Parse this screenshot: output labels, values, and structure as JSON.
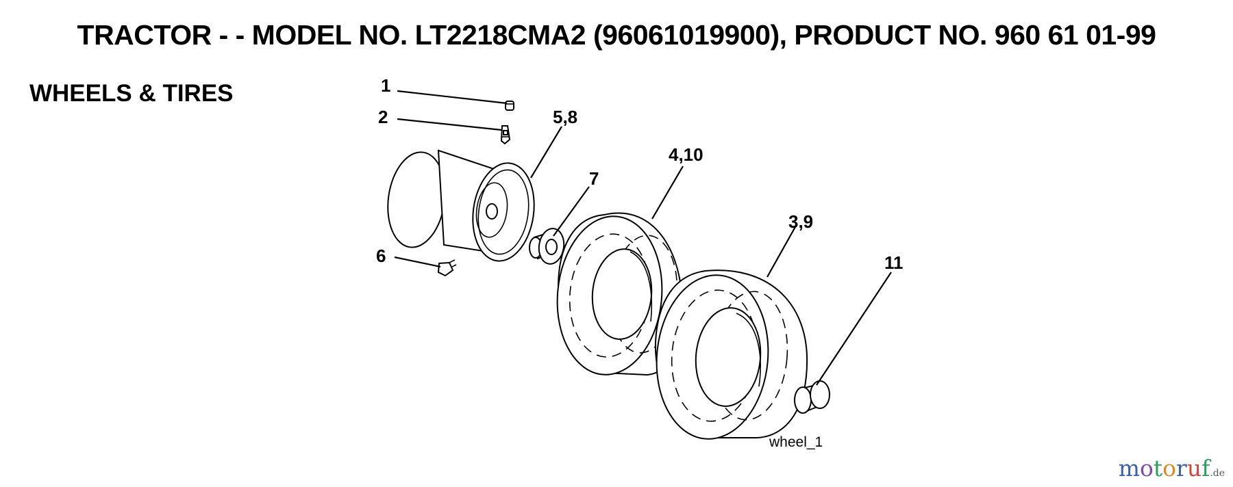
{
  "header": {
    "title": "TRACTOR - - MODEL NO. LT2218CMA2 (96061019900), PRODUCT NO. 960 61 01-99",
    "section": "WHEELS & TIRES"
  },
  "diagram": {
    "callouts": {
      "c1": "1",
      "c2": "2",
      "c58": "5,8",
      "c7": "7",
      "c410": "4,10",
      "c39": "3,9",
      "c6": "6",
      "c11": "11"
    },
    "figure_label": "wheel_1"
  },
  "watermark": {
    "letters": [
      "m",
      "o",
      "t",
      "o",
      "r",
      "u",
      "f"
    ],
    "suffix": ".de",
    "colors": [
      "#3d5fa8",
      "#7a4ea0",
      "#2e9a5e",
      "#d68a2a",
      "#3d5fa8",
      "#c94a3a",
      "#2e9a5e"
    ]
  }
}
